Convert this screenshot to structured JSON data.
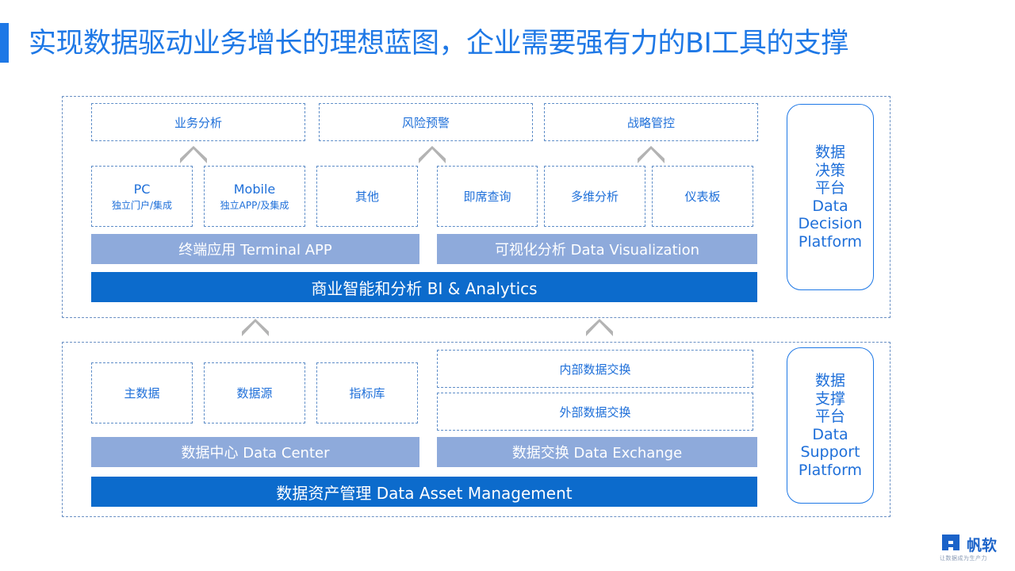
{
  "title": "实现数据驱动业务增长的理想蓝图，企业需要强有力的BI工具的支撑",
  "decision_platform": {
    "goals": [
      "业务分析",
      "风险预警",
      "战略管控"
    ],
    "terminal_items": [
      {
        "main": "PC",
        "sub": "独立门户/集成"
      },
      {
        "main": "Mobile",
        "sub": "独立APP/及集成"
      },
      {
        "main": "其他",
        "sub": ""
      }
    ],
    "visualization_items": [
      "即席查询",
      "多维分析",
      "仪表板"
    ],
    "terminal_band": "终端应用 Terminal APP",
    "visualization_band": "可视化分析 Data Visualization",
    "bi_band": "商业智能和分析 BI & Analytics",
    "side_label": [
      "数据",
      "决策",
      "平台",
      "Data",
      "Decision",
      "Platform"
    ]
  },
  "support_platform": {
    "center_items": [
      "主数据",
      "数据源",
      "指标库"
    ],
    "exchange_items": [
      "内部数据交换",
      "外部数据交换"
    ],
    "center_band": "数据中心 Data Center",
    "exchange_band": "数据交换 Data  Exchange",
    "asset_band": "数据资产管理 Data Asset Management",
    "side_label": [
      "数据",
      "支撑",
      "平台",
      "Data",
      "Support",
      "Platform"
    ]
  },
  "logo": {
    "name": "帆软",
    "tagline": "让数据成为生产力"
  },
  "colors": {
    "accent": "#1e78e6",
    "band_light": "#8eaadb",
    "band_dark": "#0c6bcc",
    "chevron": "#b3b3b3"
  }
}
